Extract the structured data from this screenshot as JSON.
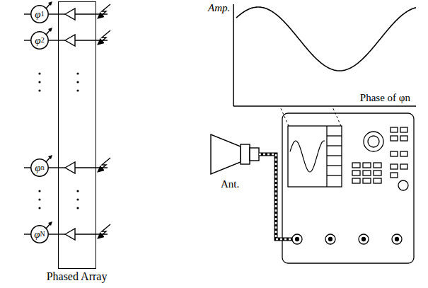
{
  "diagram": {
    "nodes": [
      {
        "text": [
          "φ1"
        ]
      },
      {
        "text": [
          "φ2"
        ]
      },
      {
        "text": [
          "φn"
        ]
      },
      {
        "text": [
          "φN"
        ]
      },
      {
        "text": [
          "Phased Array"
        ]
      }
    ],
    "edges": [
      {
        "from": 0,
        "to": 4,
        "arrow": "none"
      },
      {
        "from": 1,
        "to": 4,
        "arrow": "none"
      },
      {
        "from": 2,
        "to": 4,
        "arrow": "none"
      },
      {
        "from": 3,
        "to": 4,
        "arrow": "none"
      }
    ],
    "labels": [
      "Amp.",
      "Phase of φn",
      "Ant."
    ]
  }
}
